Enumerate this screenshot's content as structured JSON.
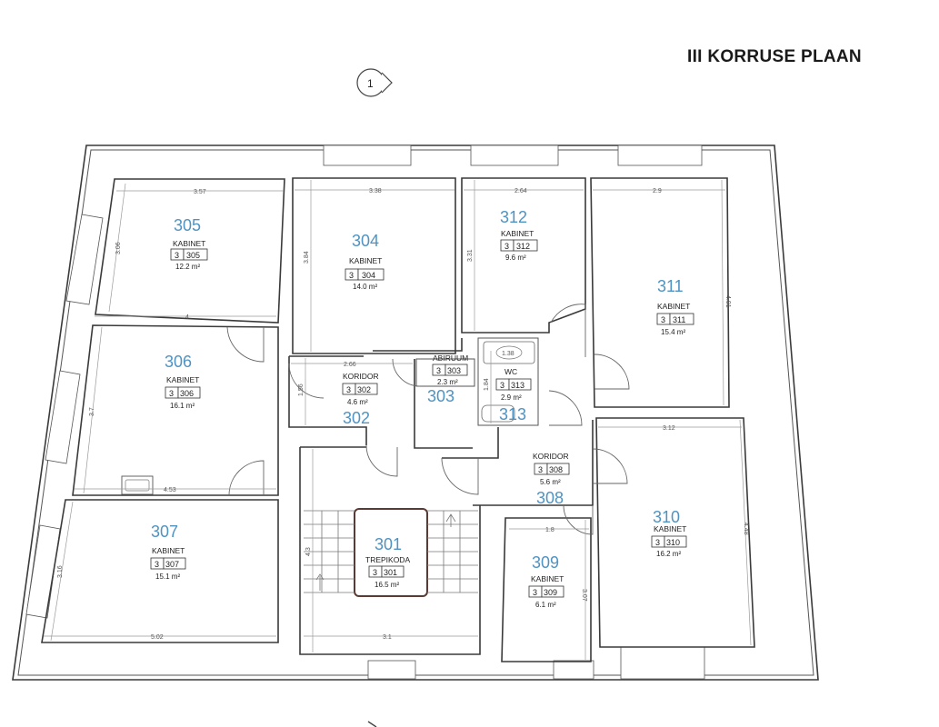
{
  "plan": {
    "title": "III KORRUSE PLAAN",
    "section_marker": "1"
  },
  "rooms": [
    {
      "id": "305",
      "name": "KABINET",
      "floor": "3",
      "area": "12.2 m²"
    },
    {
      "id": "304",
      "name": "KABINET",
      "floor": "3",
      "area": "14.0 m²"
    },
    {
      "id": "312",
      "name": "KABINET",
      "floor": "3",
      "area": "9.6 m²"
    },
    {
      "id": "311",
      "name": "KABINET",
      "floor": "3",
      "area": "15.4 m²"
    },
    {
      "id": "306",
      "name": "KABINET",
      "floor": "3",
      "area": "16.1 m²"
    },
    {
      "id": "302",
      "name": "KORIDOR",
      "floor": "3",
      "area": "4.6 m²"
    },
    {
      "id": "303",
      "name": "ABIRUUM",
      "floor": "3",
      "area": "2.3 m²"
    },
    {
      "id": "313",
      "name": "WC",
      "floor": "3",
      "area": "2.9 m²"
    },
    {
      "id": "308",
      "name": "KORIDOR",
      "floor": "3",
      "area": "5.6 m²"
    },
    {
      "id": "310",
      "name": "KABINET",
      "floor": "3",
      "area": "16.2 m²"
    },
    {
      "id": "307",
      "name": "KABINET",
      "floor": "3",
      "area": "15.1 m²"
    },
    {
      "id": "301",
      "name": "TREPIKODA",
      "floor": "3",
      "area": "16.5 m²"
    },
    {
      "id": "309",
      "name": "KABINET",
      "floor": "3",
      "area": "6.1 m²"
    }
  ],
  "dimensions": {
    "d305w": "3.57",
    "d305h": "3.06",
    "d304w": "3.38",
    "d304h": "3.84",
    "d312w": "2.64",
    "d312h": "3.31",
    "d311w": "2.9",
    "d311h": "4.91",
    "d306top": "4",
    "d306h": "3.7",
    "d302w": "2.66",
    "d302h": "1.56",
    "d303w": "1.38",
    "d303h": "1.84",
    "d306b": "4.53",
    "d310w": "3.12",
    "d310h": "4.48",
    "d307h": "3.16",
    "d307w": "5.02",
    "d301h": "4.3",
    "d309w": "1.8",
    "d309h": "3.07",
    "d301w": "3.1"
  }
}
